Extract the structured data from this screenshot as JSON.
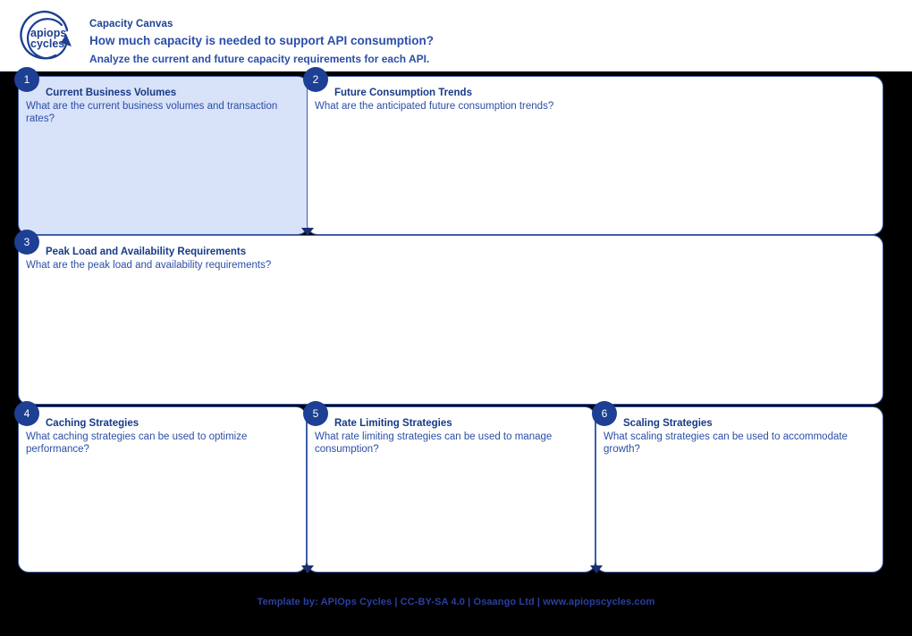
{
  "header": {
    "logo_name": "apiops-cycles-logo",
    "logo_line1": "apiops",
    "logo_line2": "cycles",
    "title": "Capacity Canvas",
    "question": "How much capacity is needed to support API consumption?",
    "subtitle": "Analyze the current and future capacity requirements for each API."
  },
  "colors": {
    "brand_blue": "#1d3f94",
    "text_blue": "#2b4ea8",
    "border_blue": "#3f5fa8",
    "highlight_fill": "#d8e2f8",
    "page_background": "#000000",
    "card_background": "#ffffff"
  },
  "boxes": [
    {
      "number": "1",
      "title": "Current Business Volumes",
      "prompt": "What are the current business volumes and transaction rates?",
      "highlighted": true
    },
    {
      "number": "2",
      "title": "Future Consumption Trends",
      "prompt": "What are the anticipated future consumption trends?",
      "highlighted": false
    },
    {
      "number": "3",
      "title": "Peak Load and Availability Requirements",
      "prompt": "What are the peak load and availability requirements?",
      "highlighted": false
    },
    {
      "number": "4",
      "title": "Caching Strategies",
      "prompt": "What caching strategies can be used to optimize performance?",
      "highlighted": false
    },
    {
      "number": "5",
      "title": "Rate Limiting Strategies",
      "prompt": "What rate limiting strategies can be used to manage consumption?",
      "highlighted": false
    },
    {
      "number": "6",
      "title": "Scaling Strategies",
      "prompt": "What scaling strategies can be used to accommodate growth?",
      "highlighted": false
    }
  ],
  "footer": {
    "text": "Template by: APIOps Cycles | CC-BY-SA 4.0 | Osaango Ltd | www.apiopscycles.com"
  }
}
